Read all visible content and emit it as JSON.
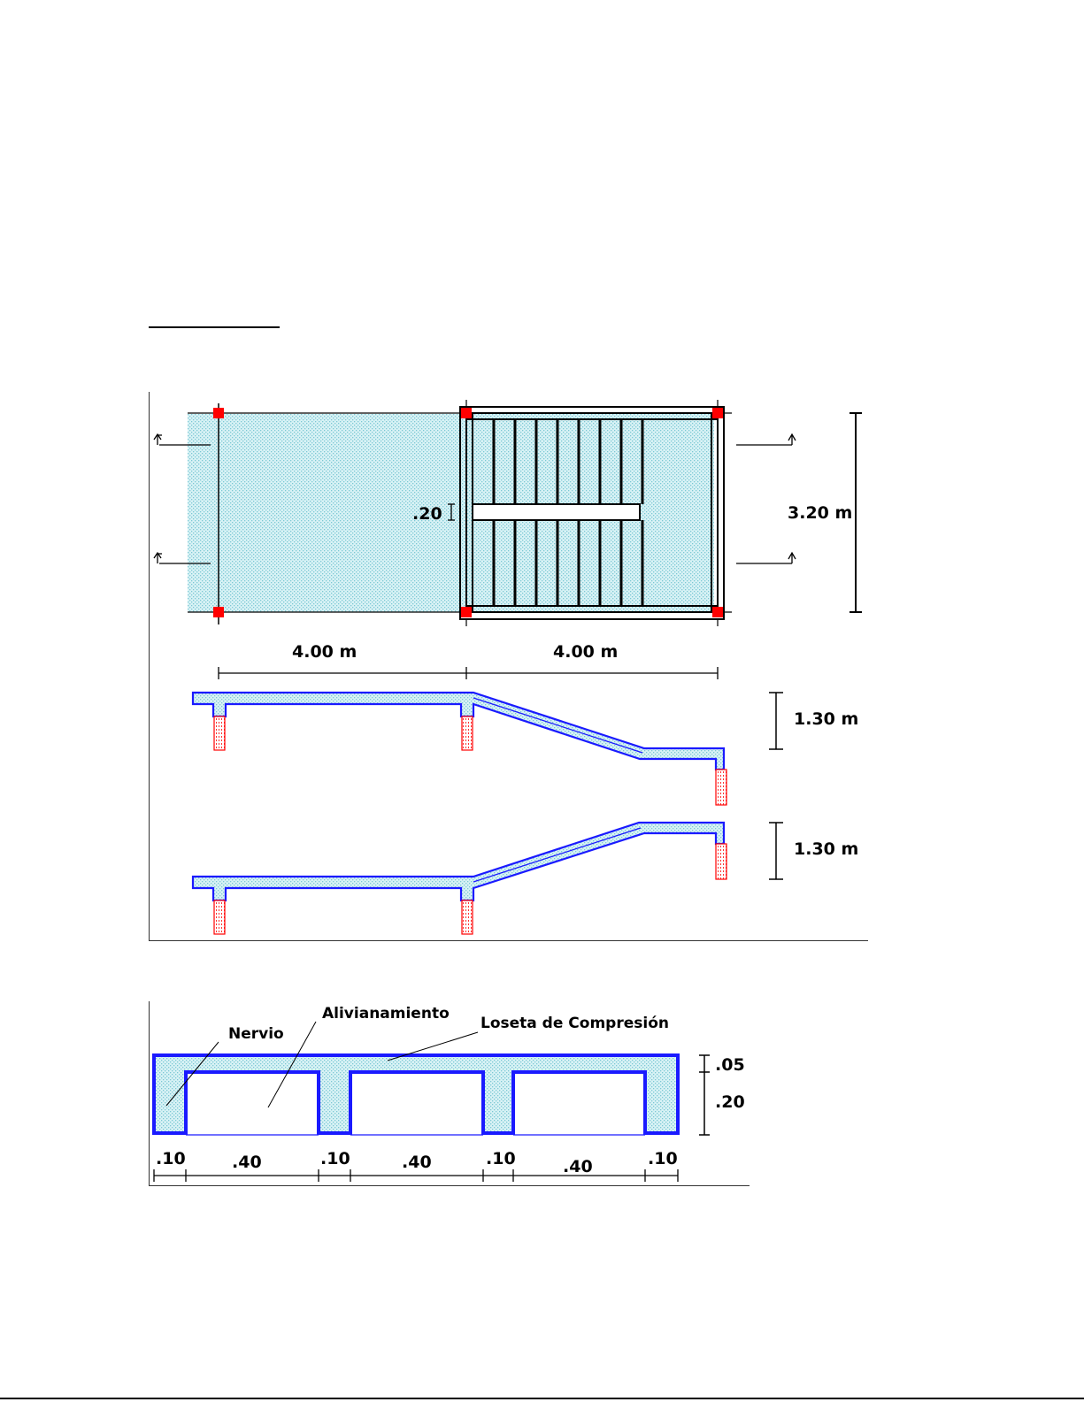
{
  "colors": {
    "concrete_fill": "#bfeaf0",
    "structure_blue": "#1a1aff",
    "column_red": "#ff0000",
    "line": "#000000"
  },
  "plan": {
    "span_left": "4.00 m",
    "span_right": "4.00 m",
    "width": "3.20 m",
    "rib_gap": ".20"
  },
  "elevation": {
    "drop_height": "1.30 m",
    "rise_height": "1.30 m"
  },
  "slab_section": {
    "labels": {
      "rib": "Nervio",
      "lightening": "Alivianamiento",
      "compression_slab": "Loseta de Compresión"
    },
    "thickness_top": ".05",
    "thickness_rib": ".20",
    "widths": [
      ".10",
      ".40",
      ".10",
      ".40",
      ".10",
      ".40",
      ".10"
    ]
  }
}
